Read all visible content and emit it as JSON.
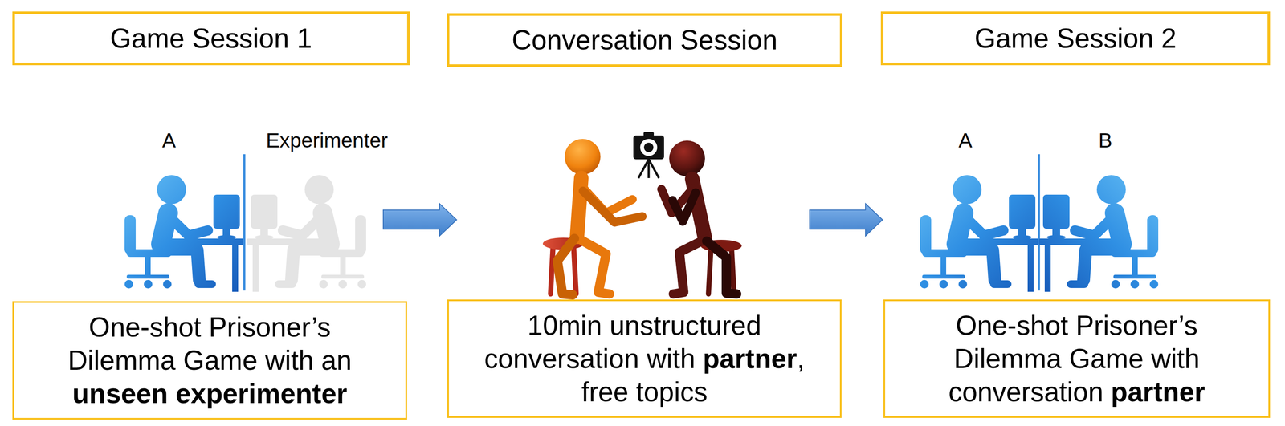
{
  "diagram": {
    "nodes": [
      {
        "text": [
          "Game Session 1"
        ]
      },
      {
        "text": [
          "Conversation Session"
        ]
      },
      {
        "text": [
          "Game Session 2"
        ]
      },
      {
        "text": [
          "One-shot Prisoner’s Dilemma Game with an unseen experimenter"
        ]
      },
      {
        "text": [
          "10min unstructured conversation with partner, free topics"
        ]
      },
      {
        "text": [
          "One-shot Prisoner’s Dilemma Game with conversation partner"
        ]
      }
    ],
    "labels": [
      "A",
      "Experimenter",
      "A",
      "B"
    ]
  }
}
